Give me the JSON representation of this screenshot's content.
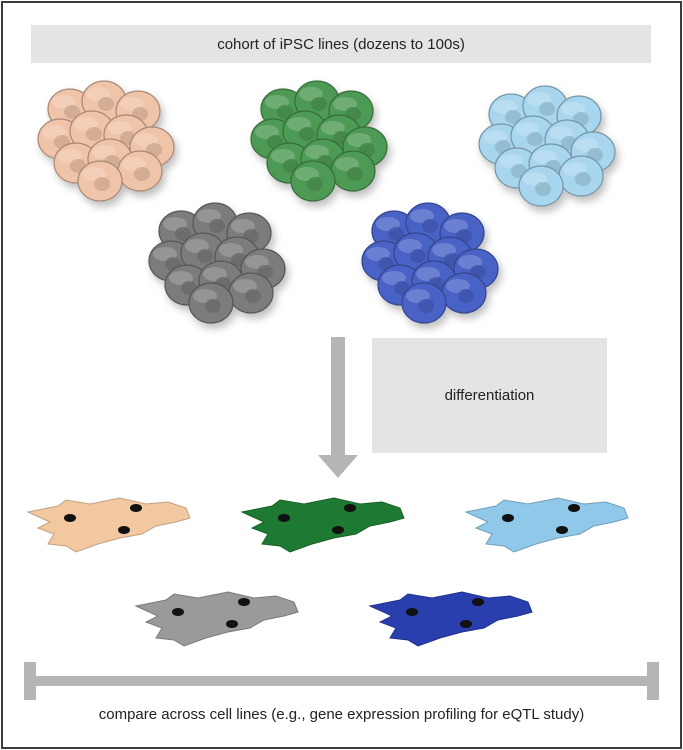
{
  "cohort_label": "cohort of iPSC lines (dozens to 100s)",
  "differentiation_label": "differentiation",
  "compare_label": "compare across cell lines (e.g., gene expression profiling for eQTL study)",
  "cell_line_colors": {
    "peach": "#f0c4a8",
    "green": "#4e9a54",
    "light-blue": "#a8d6ee",
    "gray": "#7c7c7c",
    "blue": "#4a62c6"
  },
  "differentiated_colors": {
    "peach": "#f2c8a0",
    "green": "#1e7a32",
    "light-blue": "#8fc8e8",
    "gray": "#9a9a9a",
    "blue": "#2a3fae"
  }
}
